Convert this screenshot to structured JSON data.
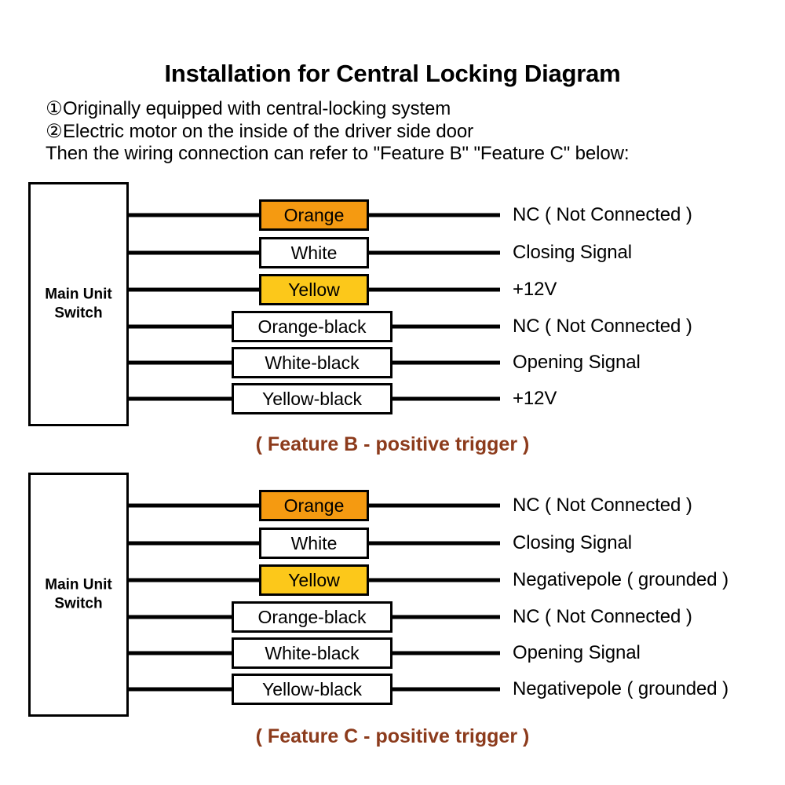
{
  "header": {
    "title": "Installation for Central Locking Diagram",
    "notes": [
      {
        "marker": "①",
        "text": "Originally equipped with central-locking system"
      },
      {
        "marker": "②",
        "text": "Electric motor on the inside of the driver side door"
      },
      {
        "marker": "",
        "text": "Then the wiring connection can refer to \"Feature B\" \"Feature C\" below:"
      }
    ]
  },
  "colors": {
    "orange": "#F59A11",
    "yellow": "#FCC81A",
    "white": "#FFFFFF",
    "line": "#000000",
    "caption": "#8C3B1C"
  },
  "blocks": [
    {
      "id": "b",
      "unit_label_line1": "Main Unit",
      "unit_label_line2": "Switch",
      "caption": "( Feature B - positive trigger )",
      "rows": [
        {
          "wire_label": "Orange",
          "fill": "#F59A11",
          "width": "narrow",
          "end_label": "NC ( Not Connected )"
        },
        {
          "wire_label": "White",
          "fill": "#FFFFFF",
          "width": "narrow",
          "end_label": "Closing Signal"
        },
        {
          "wire_label": "Yellow",
          "fill": "#FCC81A",
          "width": "narrow",
          "end_label": "+12V"
        },
        {
          "wire_label": "Orange-black",
          "fill": "#FFFFFF",
          "width": "wide",
          "end_label": "NC ( Not Connected )"
        },
        {
          "wire_label": "White-black",
          "fill": "#FFFFFF",
          "width": "wide",
          "end_label": "Opening Signal"
        },
        {
          "wire_label": "Yellow-black",
          "fill": "#FFFFFF",
          "width": "wide",
          "end_label": "+12V"
        }
      ]
    },
    {
      "id": "c",
      "unit_label_line1": "Main Unit",
      "unit_label_line2": "Switch",
      "caption": "( Feature C - positive trigger )",
      "rows": [
        {
          "wire_label": "Orange",
          "fill": "#F59A11",
          "width": "narrow",
          "end_label": "NC ( Not Connected )"
        },
        {
          "wire_label": "White",
          "fill": "#FFFFFF",
          "width": "narrow",
          "end_label": "Closing Signal"
        },
        {
          "wire_label": "Yellow",
          "fill": "#FCC81A",
          "width": "narrow",
          "end_label": "Negativepole ( grounded )"
        },
        {
          "wire_label": "Orange-black",
          "fill": "#FFFFFF",
          "width": "wide",
          "end_label": "NC ( Not Connected )"
        },
        {
          "wire_label": "White-black",
          "fill": "#FFFFFF",
          "width": "wide",
          "end_label": "Opening Signal"
        },
        {
          "wire_label": "Yellow-black",
          "fill": "#FFFFFF",
          "width": "wide",
          "end_label": "Negativepole ( grounded )"
        }
      ]
    }
  ]
}
